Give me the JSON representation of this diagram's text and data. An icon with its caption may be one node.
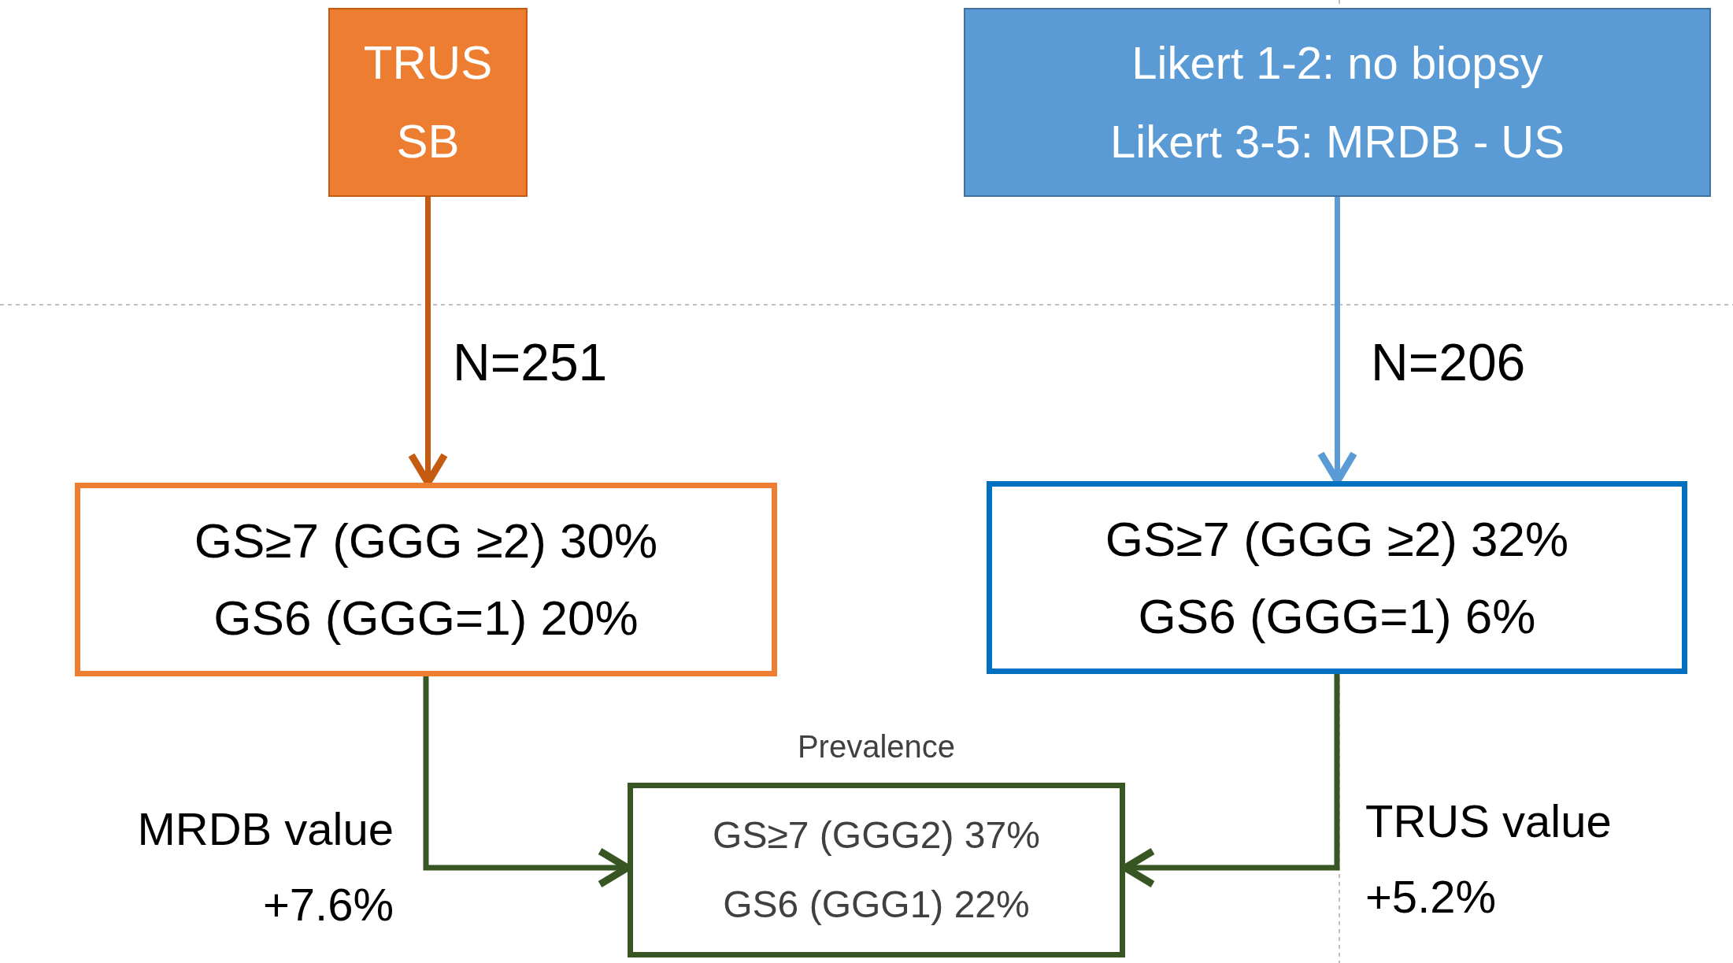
{
  "diagram": {
    "nodes": [
      {
        "text": [
          "TRUS SB"
        ]
      },
      {
        "text": [
          "Likert 1-2: no biopsy",
          "Likert 3-5: MRDB - US"
        ]
      },
      {
        "text": [
          "GS≥7 (GGG ≥2) 30%",
          "GS6 (GGG=1) 20%"
        ]
      },
      {
        "text": [
          "GS≥7 (GGG ≥2) 32%",
          "GS6 (GGG=1) 6%"
        ]
      },
      {
        "text": [
          "Prevalence",
          "GS≥7 (GGG2) 37%",
          "GS6 (GGG1) 22%"
        ]
      }
    ],
    "edges": [
      {
        "from": 0,
        "to": 2,
        "arrow": "to",
        "label": "N=251",
        "color": "#c55a11"
      },
      {
        "from": 1,
        "to": 3,
        "arrow": "to",
        "label": "N=206",
        "color": "#5b9bd5"
      },
      {
        "from": 2,
        "to": 4,
        "arrow": "to",
        "label": "MRDB value +7.6%"
      },
      {
        "from": 3,
        "to": 4,
        "arrow": "to",
        "label": "TRUS value +5.2%"
      }
    ]
  }
}
